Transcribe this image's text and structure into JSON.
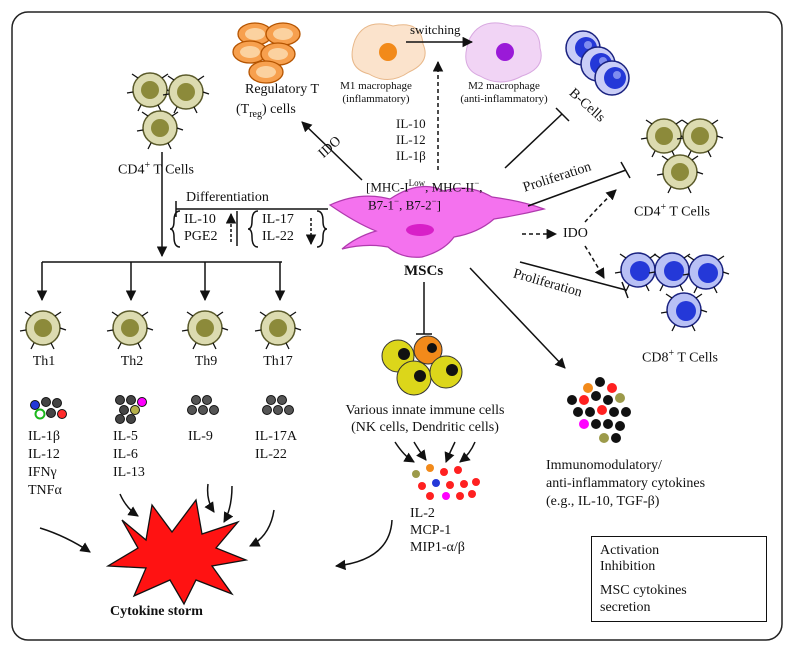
{
  "diagram": {
    "center": {
      "label": "MSCs",
      "markers": "[MHC-I^Low, MHC-II⁻, B7-1⁻, B7-2⁻]",
      "markers_line1_a": "[MHC-I",
      "markers_line1_sup": "Low",
      "markers_line1_b": ", MHC-II",
      "markers_line1_sup2": "−",
      "markers_line1_c": ",",
      "markers_line2": "B7-1",
      "markers_line2_sup": "−",
      "markers_line2_b": ", B7-2",
      "markers_line2_sup2": "−",
      "markers_line2_c": "]"
    },
    "treg": {
      "line1": "Regulatory T",
      "line2_a": "(T",
      "line2_sub": "reg",
      "line2_b": ") cells",
      "arrow_label": "IDO"
    },
    "macrophages": {
      "m1_line1": "M1 macrophage",
      "m1_line2": "(inflammatory)",
      "m2_line1": "M2 macrophage",
      "m2_line2": "(anti-inflammatory)",
      "switch_label": "switching",
      "cytokines": [
        "IL-10",
        "IL-12",
        "IL-1β"
      ]
    },
    "bcells": {
      "label": "B-Cells"
    },
    "cd4_left": {
      "label_a": "CD4",
      "label_sup": "+",
      "label_b": " T Cells",
      "differentiation": "Differentiation",
      "box_left": [
        "IL-10",
        "PGE2"
      ],
      "box_right": [
        "IL-17",
        "IL-22"
      ]
    },
    "th_cells": [
      {
        "name": "Th1",
        "cytokines": [
          "IL-1β",
          "IL-12",
          "IFNγ",
          "TNFα"
        ]
      },
      {
        "name": "Th2",
        "cytokines": [
          "IL-5",
          "IL-6",
          "IL-13"
        ]
      },
      {
        "name": "Th9",
        "cytokines": [
          "IL-9"
        ]
      },
      {
        "name": "Th17",
        "cytokines": [
          "IL-17A",
          "IL-22"
        ]
      }
    ],
    "cd4_right": {
      "label_a": "CD4",
      "label_sup": "+",
      "label_b": " T Cells",
      "proliferation": "Proliferation"
    },
    "cd8_right": {
      "label_a": "CD8",
      "label_sup": "+",
      "label_b": " T Cells",
      "proliferation": "Proliferation",
      "ido": "IDO"
    },
    "innate": {
      "line1": "Various  innate immune cells",
      "line2": "(NK cells, Dendritic cells)",
      "cytokines": [
        "IL-2",
        "MCP-1",
        "MIP1-α/β"
      ]
    },
    "immunomod": {
      "line1": "Immunomodulatory/",
      "line2": "anti-inflammatory cytokines",
      "line3": "(e.g., IL-10, TGF-β)"
    },
    "storm": {
      "label": "Cytokine storm"
    }
  },
  "legend": {
    "activation": "Activation",
    "inhibition": "Inhibition",
    "secretion_line1": "MSC cytokines",
    "secretion_line2": "secretion"
  },
  "colors": {
    "msc": "#f26cf0",
    "treg": "#f58a2a",
    "tcell": "#d9d8a8",
    "tcell_nucleus": "#8f8c3a",
    "bcell": "#2b3bd9",
    "storm": "#ff1b1b",
    "innate": "#d8d41a"
  }
}
